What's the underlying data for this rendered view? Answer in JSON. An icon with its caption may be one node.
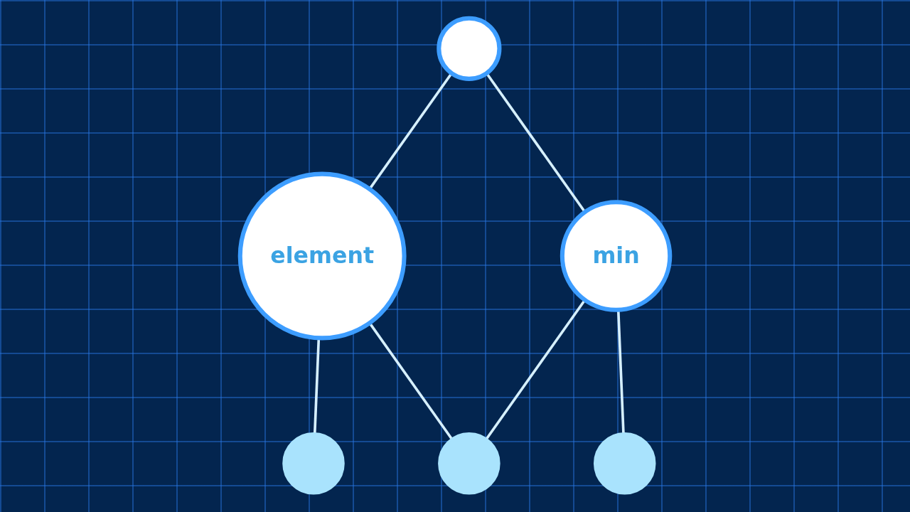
{
  "diagram": {
    "nodes": [
      {
        "text": [],
        "shape": "circle"
      },
      {
        "text": [
          "element"
        ]
      },
      {
        "text": [
          "min"
        ]
      },
      {
        "text": [],
        "shape": "circle"
      },
      {
        "text": [],
        "shape": "circle"
      },
      {
        "text": [],
        "shape": "circle"
      }
    ],
    "edges": [
      {
        "from": 0,
        "to": 1,
        "arrow": "none"
      },
      {
        "from": 0,
        "to": 2,
        "arrow": "none"
      },
      {
        "from": 1,
        "to": 3,
        "arrow": "none"
      },
      {
        "from": 1,
        "to": 4,
        "arrow": "none"
      },
      {
        "from": 2,
        "to": 4,
        "arrow": "none"
      },
      {
        "from": 2,
        "to": 5,
        "arrow": "none"
      }
    ]
  }
}
